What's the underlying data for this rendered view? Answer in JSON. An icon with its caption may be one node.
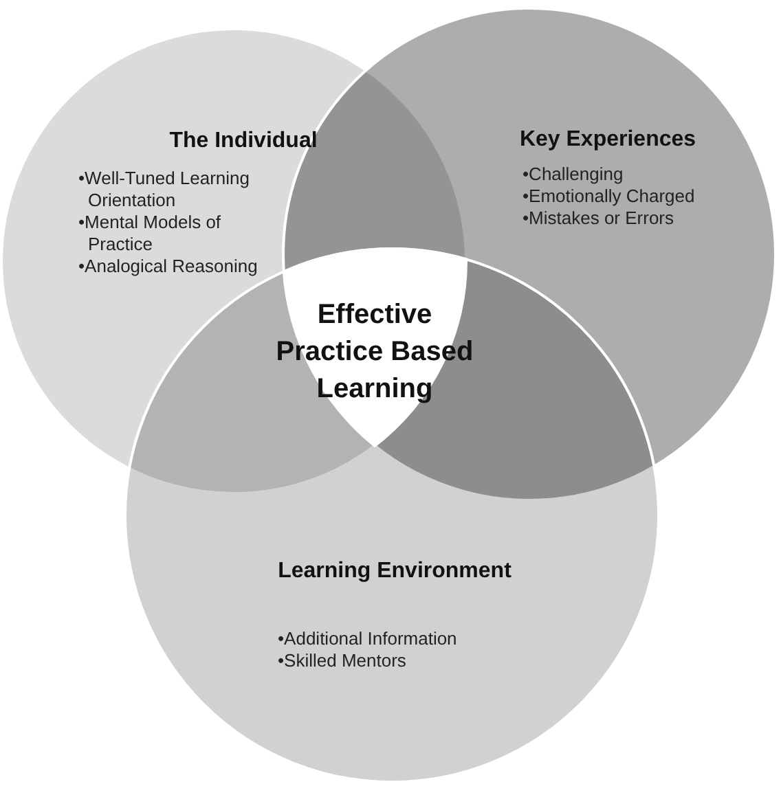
{
  "diagram": {
    "nodes": [
      {
        "text": [
          "The Individual",
          "•Well-Tuned Learning Orientation",
          "•Mental Models of Practice",
          "•Analogical Reasoning"
        ]
      },
      {
        "text": [
          "Key Experiences",
          "•Challenging",
          "•Emotionally Charged",
          "•Mistakes or Errors"
        ]
      },
      {
        "text": [
          "Learning Environment",
          "•Additional Information",
          "•Skilled Mentors"
        ]
      },
      {
        "text": [
          "Effective Practice Based Learning"
        ]
      }
    ],
    "edges": []
  }
}
